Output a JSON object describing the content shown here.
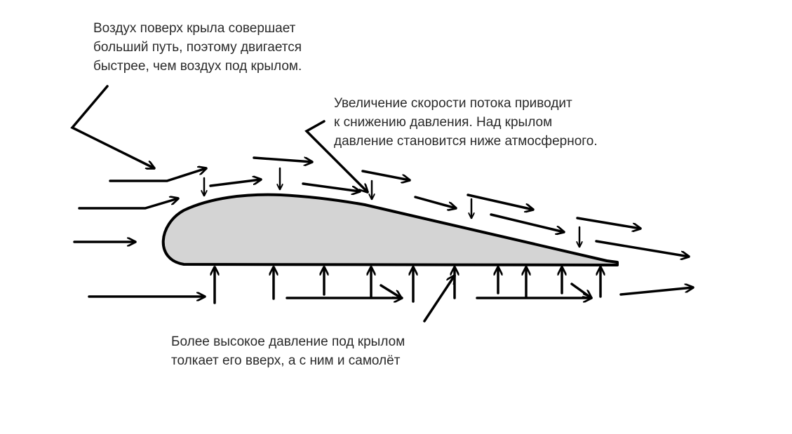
{
  "captions": {
    "airflow_path": [
      "Воздух поверх крыла совершает",
      "больший путь, поэтому двигается",
      "быстрее, чем воздух под крылом."
    ],
    "pressure_drop": [
      "Увеличение скорости потока приводит",
      "к снижению давления. Над крылом",
      "давление становится ниже атмосферного."
    ],
    "lift": [
      "Более высокое давление под крылом",
      "толкает его вверх, а с ним и самолёт"
    ]
  },
  "colors": {
    "background": "#ffffff",
    "wing_fill": "#d4d4d4",
    "stroke": "#000000",
    "text": "#2a2a2a"
  }
}
